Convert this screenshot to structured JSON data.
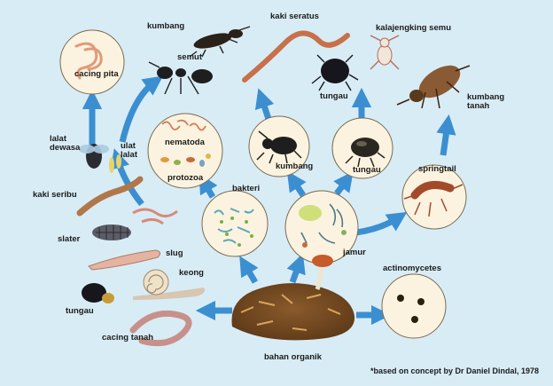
{
  "colors": {
    "background": "#d8ecf6",
    "arrow": "#3b8fd1",
    "circle_fill": "#fbf3df",
    "circle_stroke": "#7a6a50"
  },
  "labels": {
    "cacing_pita": "cacing pita",
    "kumbang_top": "kumbang",
    "semut": "semut",
    "kaki_seratus": "kaki seratus",
    "kalajengking_semu": "kalajengking semu",
    "tungau_top": "tungau",
    "kumbang_tanah": "kumbang tanah",
    "nematoda": "nematoda",
    "protozoa": "protozoa",
    "lalat_dewasa": "lalat dewasa",
    "ulat_lalat": "ulat lalat",
    "kumbang_mid": "kumbang",
    "tungau_mid": "tungau",
    "springtail": "springtail",
    "kaki_seribu": "kaki seribu",
    "bakteri": "bakteri",
    "slater": "slater",
    "jamur": "jamur",
    "slug": "slug",
    "keong": "keong",
    "actinomycetes": "actinomycetes",
    "tungau_bottom": "tungau",
    "cacing_tanah": "cacing tanah",
    "bahan_organik": "bahan organik"
  },
  "footnote": "*based on concept by Dr Daniel Dindal, 1978"
}
